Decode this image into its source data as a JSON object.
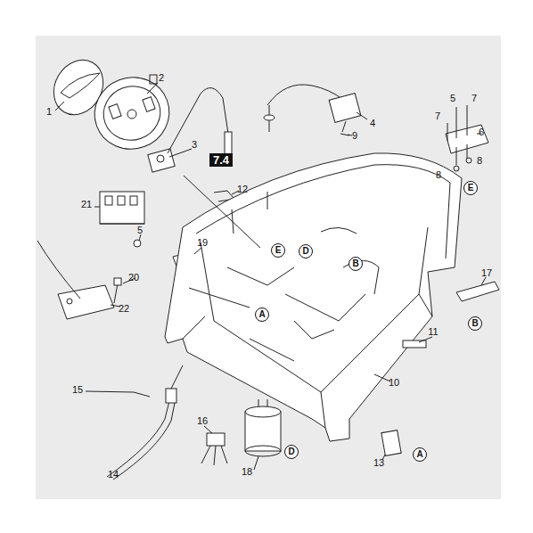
{
  "diagram": {
    "nodes": [
      {
        "text": [
          "7.4"
        ]
      },
      {
        "text": [
          "E"
        ]
      },
      {
        "text": [
          "D"
        ]
      },
      {
        "text": [
          "B"
        ]
      },
      {
        "text": [
          "A"
        ]
      },
      {
        "text": [
          "E"
        ]
      },
      {
        "text": [
          "B"
        ]
      },
      {
        "text": [
          "D"
        ]
      },
      {
        "text": [
          "A"
        ]
      }
    ],
    "labels": [
      "1",
      "2",
      "3",
      "4",
      "9",
      "5",
      "7",
      "7",
      "6",
      "8",
      "8",
      "12",
      "21",
      "5",
      "19",
      "20",
      "22",
      "17",
      "11",
      "10",
      "15",
      "14",
      "16",
      "18",
      "13"
    ]
  }
}
